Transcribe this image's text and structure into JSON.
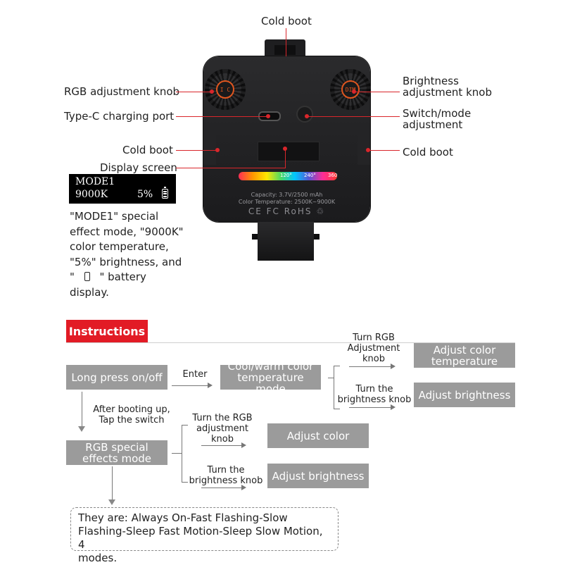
{
  "callouts": {
    "cold_boot_top": "Cold boot",
    "rgb_knob": "RGB adjustment knob",
    "typec": "Type-C charging port",
    "cold_boot_left": "Cold boot",
    "display_screen": "Display screen",
    "brightness_knob_line1": "Brightness",
    "brightness_knob_line2": "adjustment knob",
    "switch_line1": "Switch/mode",
    "switch_line2": "adjustment",
    "cold_boot_right": "Cold boot"
  },
  "device": {
    "knob_left_label": "I C",
    "knob_right_label": "DIM",
    "strip_ticks": [
      "120°",
      "240°",
      "360"
    ],
    "capacity": "Capacity: 3.7V/2500 mAh",
    "color_temp": "Color Temperature: 2500K~9000K",
    "certs": "CE FC RoHS ♲"
  },
  "lcd": {
    "mode": "MODE1",
    "temp": "9000K",
    "brightness": "5%"
  },
  "description": {
    "line1": "\"MODE1\" special",
    "line2": "effect mode, \"9000K\"",
    "line3": "color temperature,",
    "line4": "\"5%\" brightness, and",
    "line5_pre": "\"",
    "line5_post": "\" battery",
    "line6": "display."
  },
  "instructions": {
    "title": "Instructions",
    "long_press": "Long press on/off",
    "enter": "Enter",
    "cool_warm_line1": "Cool/warm color",
    "cool_warm_line2": "temperature mode",
    "turn_rgb_line1": "Turn RGB",
    "turn_rgb_line2": "Adjustment",
    "turn_rgb_line3": "knob",
    "adjust_color_temp_line1": "Adjust color",
    "adjust_color_temp_line2": "temperature",
    "turn_bright_line1": "Turn the",
    "turn_bright_line2": "brightness knob",
    "adjust_brightness_1": "Adjust brightness",
    "after_boot_line1": "After booting up,",
    "after_boot_line2": "Tap the switch",
    "rgb_special_line1": "RGB special",
    "rgb_special_line2": "effects mode",
    "turn_rgb2_line1": "Turn the RGB",
    "turn_rgb2_line2": "adjustment",
    "turn_rgb2_line3": "knob",
    "adjust_color": "Adjust color",
    "turn_bright2_line1": "Turn the",
    "turn_bright2_line2": "brightness knob",
    "adjust_brightness_2": "Adjust brightness",
    "note_line1": "They are: Always On-Fast Flashing-Slow",
    "note_line2": "Flashing-Sleep Fast Motion-Sleep Slow Motion, 4",
    "note_line3": "modes."
  },
  "colors": {
    "accent_red": "#e21b25",
    "box_gray": "#9b9b9b",
    "knob_orange": "#e0561f"
  }
}
